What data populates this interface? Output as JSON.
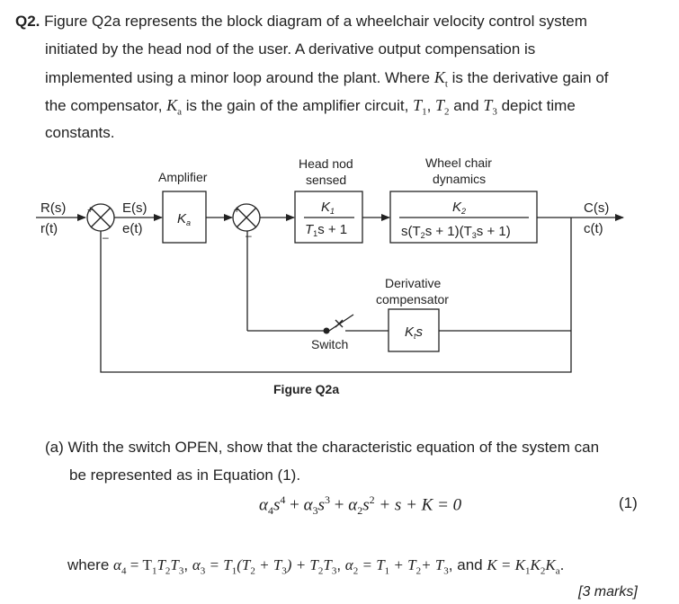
{
  "question": {
    "number": "Q2.",
    "line1": "Figure Q2a represents the block diagram of a wheelchair velocity control system",
    "line2": "initiated by the head nod of the user. A derivative output compensation is",
    "line3a": "implemented using a minor loop around the plant. Where ",
    "line3_kt": "K",
    "line3_kt_sub": "t",
    "line3b": " is the derivative gain of",
    "line4a": "the compensator, ",
    "line4_ka": "K",
    "line4_ka_sub": "a",
    "line4b": " is the gain of the amplifier circuit, ",
    "line4_t1": "T",
    "line4_t1_sub": "1",
    "line4_comma": ", ",
    "line4_t2": "T",
    "line4_t2_sub": "2",
    "line4_and": " and ",
    "line4_t3": "T",
    "line4_t3_sub": "3",
    "line4c": " depict time",
    "line5": "constants."
  },
  "diagram": {
    "input_top": "R(s)",
    "input_bottom": "r(t)",
    "error_top": "E(s)",
    "error_bottom": "e(t)",
    "amplifier_label": "Amplifier",
    "amplifier_gain": "K",
    "amplifier_gain_sub": "a",
    "head_nod_label_1": "Head nod",
    "head_nod_label_2": "sensed",
    "head_num": "K",
    "head_num_sub": "1",
    "head_den": "T",
    "head_den_sub": "1",
    "head_den_rest": "s + 1",
    "plant_label_1": "Wheel chair",
    "plant_label_2": "dynamics",
    "plant_num": "K",
    "plant_num_sub": "2",
    "plant_den_a": "s(T",
    "plant_den_sub2": "2",
    "plant_den_b": "s + 1)(T",
    "plant_den_sub3": "3",
    "plant_den_c": "s + 1)",
    "output_top": "C(s)",
    "output_bottom": "c(t)",
    "comp_label_1": "Derivative",
    "comp_label_2": "compensator",
    "comp_gain": "K",
    "comp_gain_sub": "t",
    "comp_gain_rest": "s",
    "switch_label": "Switch",
    "plus": "+",
    "minus": "–",
    "caption": "Figure Q2a"
  },
  "part_a": {
    "line1": "(a) With the switch OPEN, show that the characteristic equation of the system can",
    "line2": "be represented as in Equation (1)."
  },
  "equation": {
    "a4": "α",
    "a4_sub": "4",
    "s4": "s",
    "s4_sup": "4",
    "p1": " + ",
    "a3": "α",
    "a3_sub": "3",
    "s3": "s",
    "s3_sup": "3",
    "p2": " + ",
    "a2": "α",
    "a2_sub": "2",
    "s2": "s",
    "s2_sup": "2",
    "rest": " + s + K = 0",
    "number": "(1)"
  },
  "where": {
    "prefix": "where ",
    "d1": "α",
    "d1_sub": "4",
    "d1_eq": " = T",
    "d1_t1": "1",
    "d1_t": "T",
    "d1_t2": "2",
    "d1_t_b": "T",
    "d1_t3": "3",
    "sep1": ", ",
    "d2": "α",
    "d2_sub": "3",
    "d2_eq": " = T",
    "d2_t1": "1",
    "d2_mid": "(T",
    "d2_t2": "2",
    "d2_plus": " + T",
    "d2_t3": "3",
    "d2_end": ") + T",
    "d2_t2b": "2",
    "d2_t": "T",
    "d2_t3b": "3",
    "sep2": ", ",
    "d3": "α",
    "d3_sub": "2",
    "d3_eq": " = T",
    "d3_t1": "1",
    "d3_plus1": " + T",
    "d3_t2": "2",
    "d3_plus2": "+ T",
    "d3_t3": "3",
    "sep3": ", and ",
    "d4": "K = K",
    "d4_k1": "1",
    "d4_k": "K",
    "d4_k2": "2",
    "d4_k_b": "K",
    "d4_ka": "a",
    "end": "."
  },
  "marks": "[3 marks]"
}
